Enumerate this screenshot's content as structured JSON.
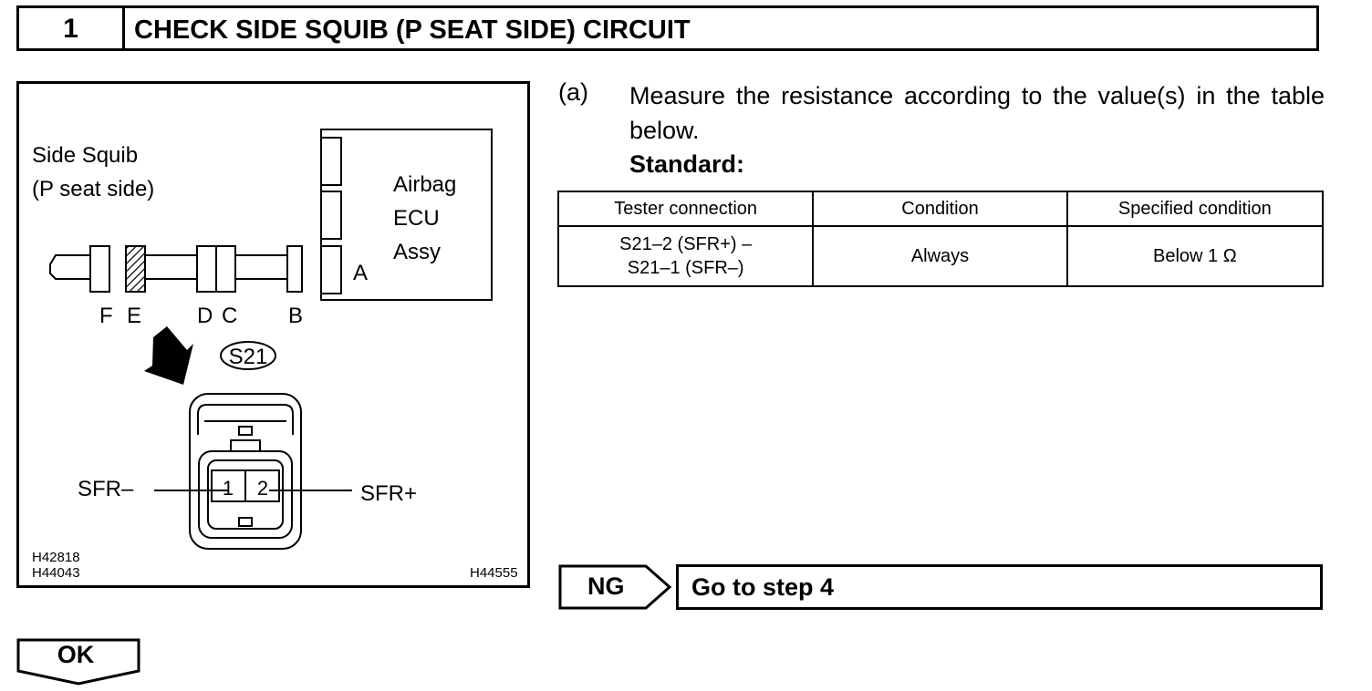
{
  "header": {
    "step_number": "1",
    "title": "CHECK SIDE SQUIB (P SEAT SIDE) CIRCUIT"
  },
  "figure": {
    "component_label_line1": "Side Squib",
    "component_label_line2": "(P seat side)",
    "ecu_line1": "Airbag",
    "ecu_line2": "ECU",
    "ecu_line3": "Assy",
    "connector_letters": [
      "F",
      "E",
      "D",
      "C",
      "B",
      "A"
    ],
    "connector_id": "S21",
    "pin_1": "1",
    "pin_2": "2",
    "pin_left_label": "SFR–",
    "pin_right_label": "SFR+",
    "ref_codes_left": [
      "H42818",
      "H44043"
    ],
    "ref_code_right": "H44555"
  },
  "instruction": {
    "label": "(a)",
    "text": "Measure the resistance according to the value(s) in the table below.",
    "standard_label": "Standard:"
  },
  "table": {
    "headers": [
      "Tester connection",
      "Condition",
      "Specified condition"
    ],
    "rows": [
      {
        "tester_line1": "S21–2 (SFR+) –",
        "tester_line2": "S21–1 (SFR–)",
        "condition": "Always",
        "specified": "Below 1 Ω"
      }
    ]
  },
  "ng": {
    "label": "NG",
    "action": "Go to step 4"
  },
  "ok": {
    "label": "OK"
  }
}
